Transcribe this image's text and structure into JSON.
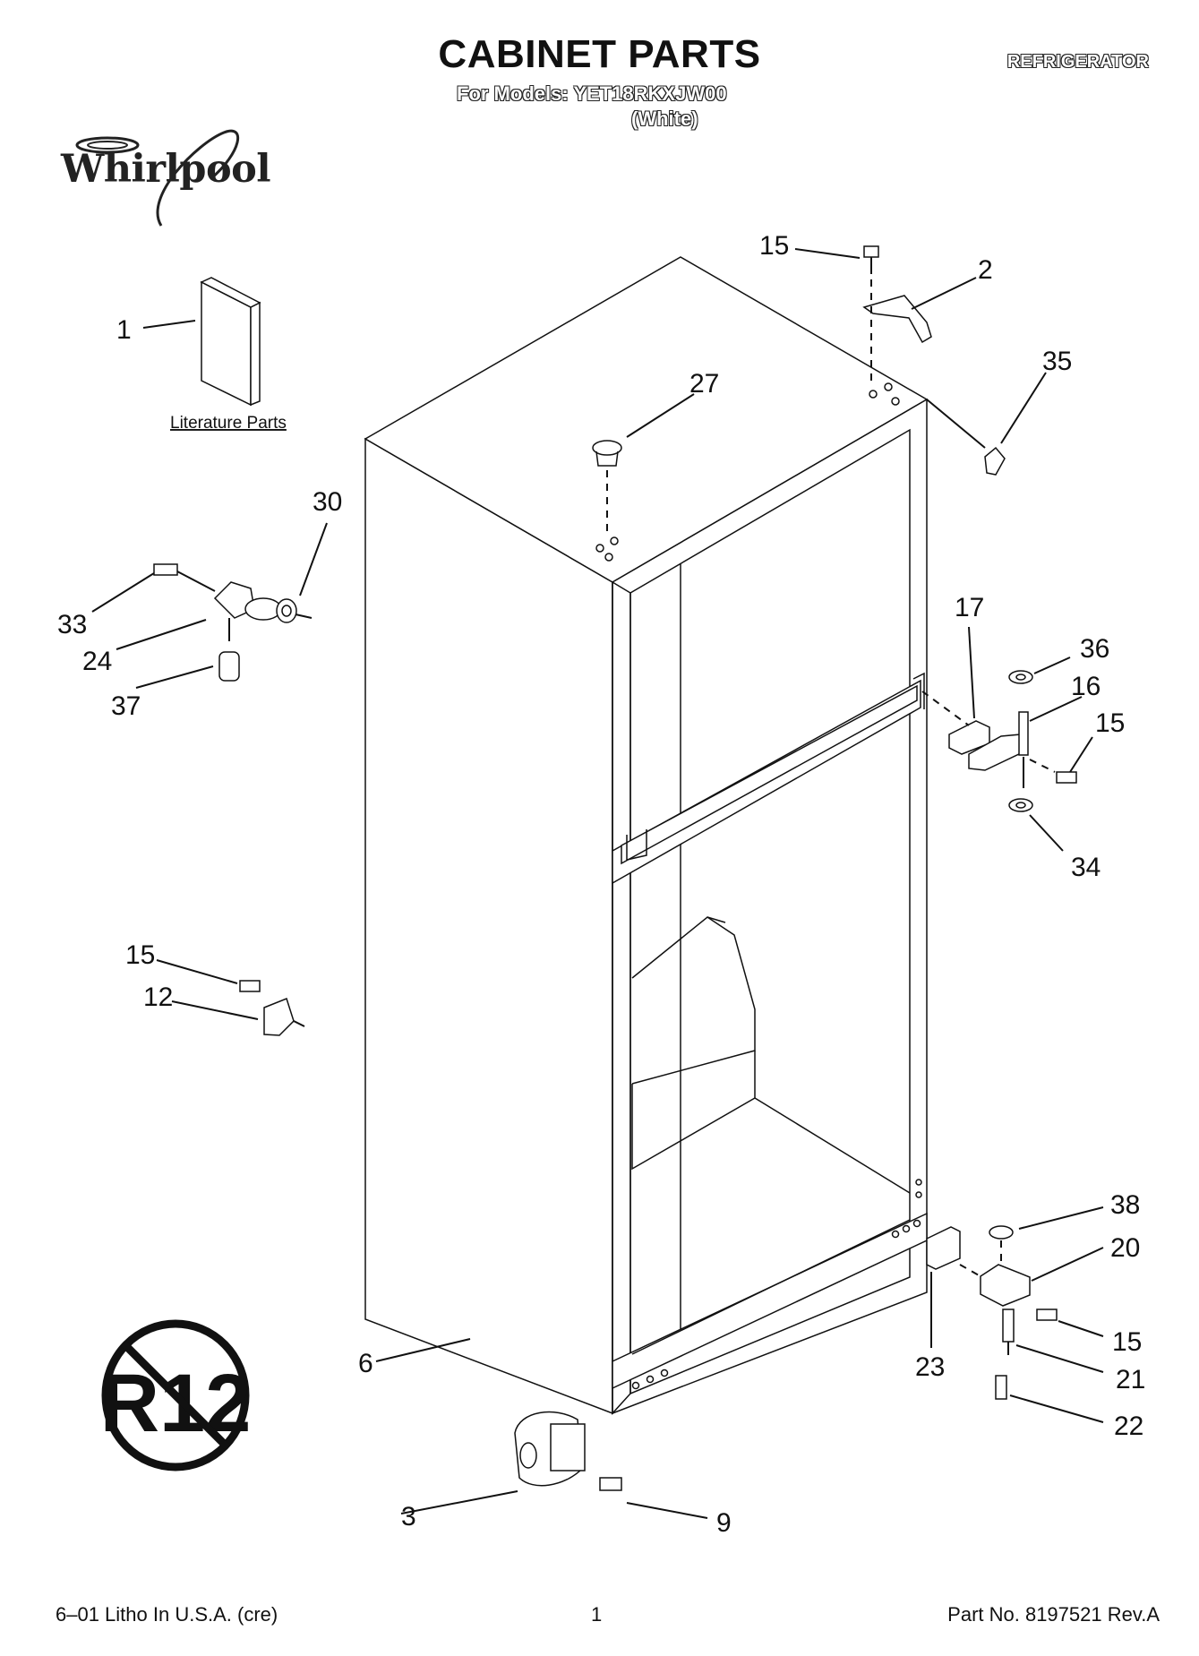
{
  "header": {
    "title": "CABINET PARTS",
    "models": "For Models: YET18RKXJW00",
    "color": "(White)",
    "category": "REFRIGERATOR",
    "brand": "Whirlpool"
  },
  "literature_label": "Literature Parts",
  "badge_text": "R12",
  "callouts": [
    "1",
    "2",
    "3",
    "6",
    "9",
    "12",
    "15",
    "15",
    "15",
    "15",
    "16",
    "17",
    "20",
    "21",
    "22",
    "23",
    "24",
    "27",
    "30",
    "33",
    "34",
    "35",
    "36",
    "37",
    "38"
  ],
  "footer": {
    "left": "6–01 Litho In U.S.A. (cre)",
    "page": "1",
    "right": "Part No. 8197521 Rev.A"
  }
}
